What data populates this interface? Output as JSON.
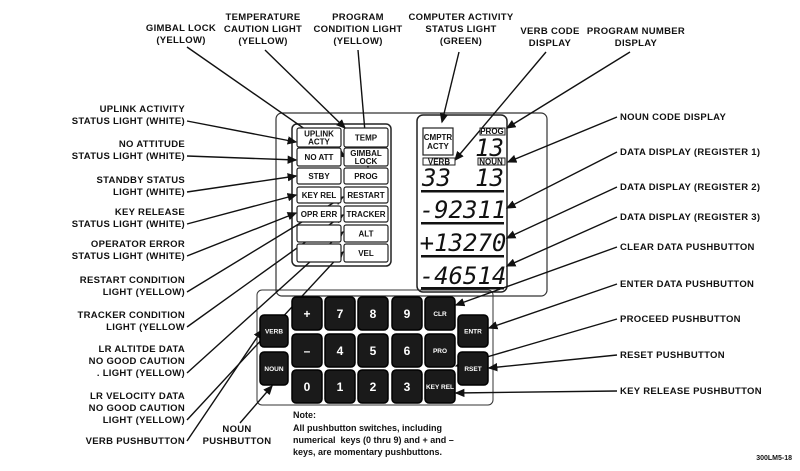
{
  "top_labels": {
    "gimbal_lock": [
      "GIMBAL LOCK",
      "(YELLOW)"
    ],
    "temperature": [
      "TEMPERATURE",
      "CAUTION LIGHT",
      "(YELLOW)"
    ],
    "program_condition": [
      "PROGRAM",
      "CONDITION LIGHT",
      "(YELLOW)"
    ],
    "computer_activity": [
      "COMPUTER ACTIVITY",
      "STATUS LIGHT",
      "(GREEN)"
    ],
    "verb_code": [
      "VERB CODE",
      "DISPLAY"
    ],
    "program_number": [
      "PROGRAM NUMBER",
      "DISPLAY"
    ]
  },
  "left_labels": {
    "uplink": [
      "UPLINK ACTIVITY",
      "STATUS LIGHT (WHITE)"
    ],
    "no_att": [
      "NO ATTITUDE",
      "STATUS LIGHT (WHITE)"
    ],
    "standby": [
      "STANDBY STATUS",
      "LIGHT (WHITE)"
    ],
    "key_release": [
      "KEY RELEASE",
      "STATUS LIGHT (WHITE)"
    ],
    "operator_error": [
      "OPERATOR ERROR",
      "STATUS LIGHT (WHITE)"
    ],
    "restart": [
      "RESTART CONDITION",
      "LIGHT (YELLOW)"
    ],
    "tracker": [
      "TRACKER CONDITION",
      "LIGHT (YELLOW"
    ],
    "lr_alt": [
      "LR ALTITDE DATA",
      "NO GOOD CAUTION",
      ". LIGHT (YELLOW)"
    ],
    "lr_vel": [
      "LR VELOCITY DATA",
      "NO GOOD CAUTION",
      "LIGHT (YELLOW)"
    ],
    "verb_pb": [
      "VERB PUSHBUTTON"
    ],
    "noun_pb": [
      "NOUN",
      "PUSHBUTTON"
    ]
  },
  "right_labels": {
    "noun_code": "NOUN CODE DISPLAY",
    "reg1": "DATA DISPLAY (REGISTER 1)",
    "reg2": "DATA DISPLAY (REGISTER 2)",
    "reg3": "DATA DISPLAY (REGISTER 3)",
    "clear": "CLEAR DATA PUSHBUTTON",
    "enter": "ENTER DATA PUSHBUTTON",
    "proceed": "PROCEED PUSHBUTTON",
    "reset": "RESET PUSHBUTTON",
    "key_rel": "KEY RELEASE PUSHBUTTON"
  },
  "lights": {
    "left": [
      [
        "UPLINK",
        "ACTY"
      ],
      [
        "NO ATT"
      ],
      [
        "STBY"
      ],
      [
        "KEY REL"
      ],
      [
        "OPR ERR"
      ],
      [
        ""
      ],
      [
        ""
      ]
    ],
    "right": [
      [
        "TEMP"
      ],
      [
        "GIMBAL",
        "LOCK"
      ],
      [
        "PROG"
      ],
      [
        "RESTART"
      ],
      [
        "TRACKER"
      ],
      [
        "ALT"
      ],
      [
        "VEL"
      ]
    ]
  },
  "display": {
    "cmptr_acty": [
      "CMPTR",
      "ACTY"
    ],
    "prog_label": "PROG",
    "prog_value": "13",
    "verb_label": "VERB",
    "noun_label": "NOUN",
    "verb_value": "33",
    "noun_value": "13",
    "registers": [
      "-92311",
      "+13270",
      "-46514"
    ]
  },
  "keys": {
    "row1": [
      "+",
      "7",
      "8",
      "9",
      "CLR"
    ],
    "row2": [
      "–",
      "4",
      "5",
      "6",
      "PRO"
    ],
    "row3": [
      "0",
      "1",
      "2",
      "3",
      "KEY REL"
    ],
    "verb": "VERB",
    "noun": "NOUN",
    "entr": "ENTR",
    "rset": "RSET"
  },
  "note": {
    "title": "Note:",
    "lines": [
      "All pushbutton switches, including",
      "numerical  keys (0 thru 9) and + and –",
      "keys, are momentary pushbuttons."
    ]
  },
  "figure_id": "300LM5-18"
}
